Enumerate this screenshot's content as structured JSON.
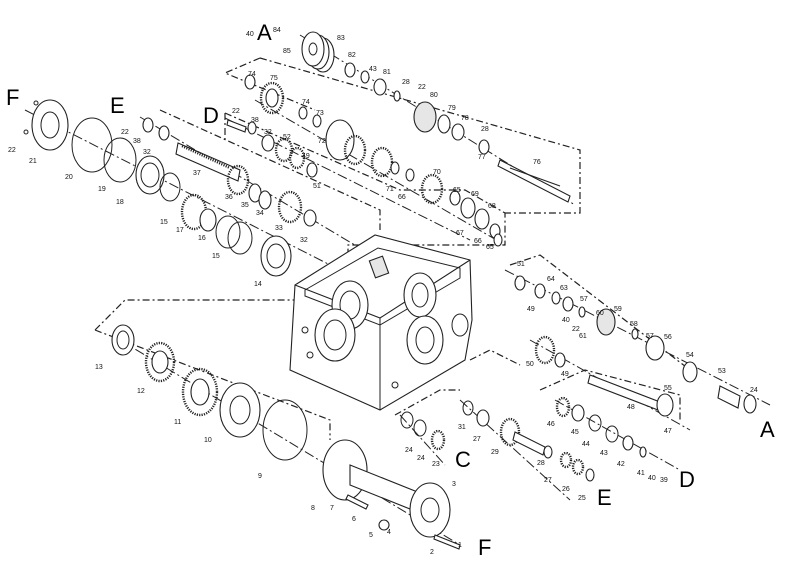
{
  "diagram": {
    "section_letters": [
      "A",
      "E",
      "D",
      "F",
      "C",
      "E",
      "D",
      "F",
      "A"
    ],
    "part_numbers": [
      "40",
      "84",
      "85",
      "83",
      "82",
      "43",
      "81",
      "28",
      "22",
      "80",
      "79",
      "78",
      "28",
      "77",
      "76",
      "74",
      "75",
      "74",
      "73",
      "72",
      "71",
      "66",
      "70",
      "65",
      "69",
      "68",
      "67",
      "66",
      "65",
      "22",
      "38",
      "32",
      "52",
      "49",
      "51",
      "22",
      "38",
      "32",
      "37",
      "36",
      "35",
      "34",
      "33",
      "32",
      "14",
      "15",
      "16",
      "17",
      "18",
      "19",
      "20",
      "21",
      "22",
      "15",
      "51",
      "64",
      "63",
      "57",
      "49",
      "40",
      "22",
      "61",
      "60",
      "59",
      "58",
      "57",
      "56",
      "50",
      "49",
      "54",
      "55",
      "53",
      "24",
      "48",
      "47",
      "13",
      "12",
      "11",
      "10",
      "9",
      "8",
      "7",
      "6",
      "5",
      "4",
      "3",
      "2",
      "1",
      "24",
      "24",
      "23",
      "31",
      "27",
      "29",
      "28",
      "27",
      "26",
      "25",
      "46",
      "45",
      "44",
      "43",
      "42",
      "41",
      "40",
      "39"
    ]
  }
}
